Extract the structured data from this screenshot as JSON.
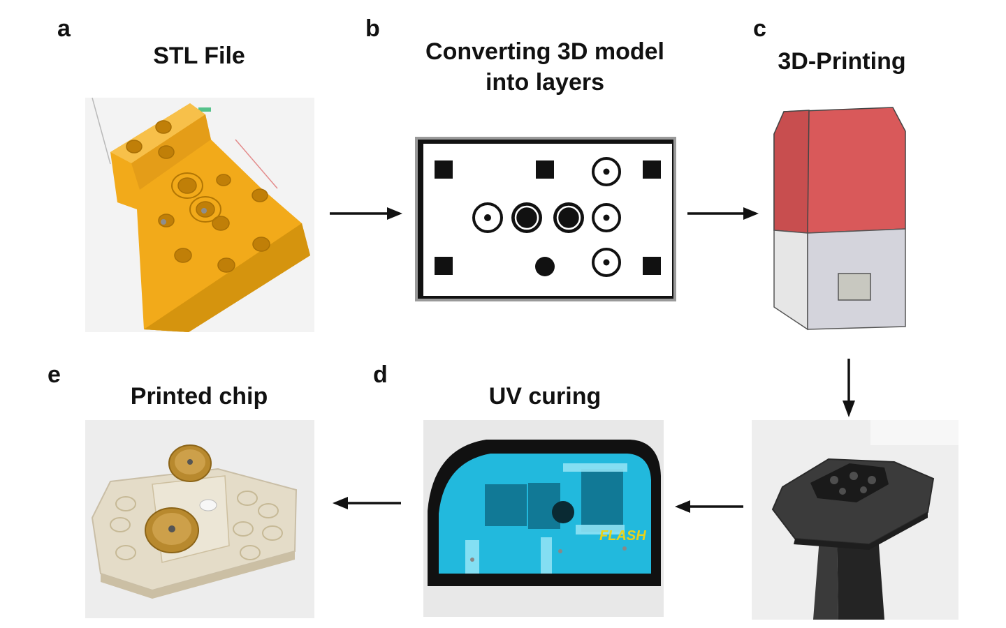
{
  "panels": {
    "a": {
      "letter": "a",
      "title": "STL File"
    },
    "b": {
      "letter": "b",
      "title_line1": "Converting 3D model",
      "title_line2": "into layers"
    },
    "c": {
      "letter": "c",
      "title": "3D-Printing"
    },
    "d": {
      "letter": "d",
      "title": "UV curing",
      "device_label": "FLASH"
    },
    "e": {
      "letter": "e",
      "title": "Printed chip"
    }
  },
  "colors": {
    "stl_orange": "#f2aa1a",
    "printer_top": "#d9595a",
    "printer_base": "#dcdcdc",
    "uv_blue": "#22b9dd",
    "brass": "#b8892e"
  },
  "icons": [
    "arrow-right-icon",
    "arrow-down-icon",
    "arrow-left-icon"
  ]
}
